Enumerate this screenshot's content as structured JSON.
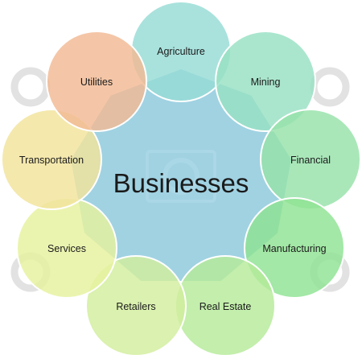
{
  "diagram": {
    "center": {
      "label": "Businesses",
      "color": "#8fcadd"
    },
    "nodes": [
      {
        "id": "agriculture",
        "label": "Agriculture",
        "color": "#96dcd5"
      },
      {
        "id": "mining",
        "label": "Mining",
        "color": "#97e1c3"
      },
      {
        "id": "financial",
        "label": "Financial",
        "color": "#96e2aa"
      },
      {
        "id": "manufacturing",
        "label": "Manufacturing",
        "color": "#8fe393"
      },
      {
        "id": "real-estate",
        "label": "Real Estate",
        "color": "#b6ea9a"
      },
      {
        "id": "retailers",
        "label": "Retailers",
        "color": "#d2ee9e"
      },
      {
        "id": "services",
        "label": "Services",
        "color": "#e6f19e"
      },
      {
        "id": "transportation",
        "label": "Transportation",
        "color": "#f1e39b"
      },
      {
        "id": "utilities",
        "label": "Utilities",
        "color": "#f2b994"
      }
    ]
  }
}
